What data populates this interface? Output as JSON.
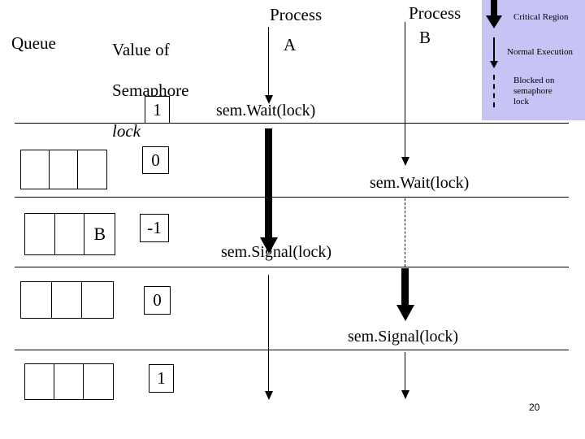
{
  "slide": {
    "page_number": "20",
    "background_color": "#ffffff"
  },
  "headers": {
    "queue": "Queue",
    "semaphore_value": "Value of\nSemaphore\nlock",
    "semaphore_value_line1": "Value of",
    "semaphore_value_line2": "Semaphore",
    "semaphore_value_line3_italic": "lock",
    "process_a": "Process\n   A",
    "process_a_line1": "Process",
    "process_a_line2": "A",
    "process_b": "Process\nB",
    "process_b_line1": "Process",
    "process_b_line2": "B"
  },
  "legend": {
    "background_color": "#c5c4f5",
    "items": [
      {
        "name": "critical-region",
        "label": "Critical Region",
        "style": "thick-arrow"
      },
      {
        "name": "normal-execution",
        "label": "Normal Execution",
        "style": "thin-arrow"
      },
      {
        "name": "blocked-on-semaphore",
        "label": "Blocked on\nsemaphore\nlock",
        "style": "dashed-line"
      }
    ],
    "item0_label": "Critical Region",
    "item1_label": "Normal Execution",
    "item2_label": "Blocked on\nsemaphore\nlock"
  },
  "rows": [
    {
      "index": 0,
      "semaphore_value": "1",
      "queue_cells": [
        "",
        "",
        ""
      ],
      "queue_visible": false,
      "process_a_event": "sem.Wait(lock)",
      "process_b_event": ""
    },
    {
      "index": 1,
      "semaphore_value": "0",
      "queue_cells": [
        "",
        "",
        ""
      ],
      "queue_visible": true,
      "process_a_event": "",
      "process_b_event": "sem.Wait(lock)"
    },
    {
      "index": 2,
      "semaphore_value": "-1",
      "queue_cells": [
        "",
        "",
        "B"
      ],
      "queue_visible": true,
      "process_a_event": "sem.Signal(lock)",
      "process_b_event": ""
    },
    {
      "index": 3,
      "semaphore_value": "0",
      "queue_cells": [
        "",
        "",
        ""
      ],
      "queue_visible": true,
      "process_a_event": "",
      "process_b_event": "sem.Signal(lock)"
    },
    {
      "index": 4,
      "semaphore_value": "1",
      "queue_cells": [
        "",
        "",
        ""
      ],
      "queue_visible": true,
      "process_a_event": "",
      "process_b_event": ""
    }
  ],
  "events": {
    "a_sem_wait": "sem.Wait(lock)",
    "b_sem_wait": "sem.Wait(lock)",
    "a_sem_signal": "sem.Signal(lock)",
    "b_sem_signal": "sem.Signal(lock)"
  },
  "values": {
    "v0": "1",
    "v1": "0",
    "v2": "-1",
    "v3": "0",
    "v4": "1"
  },
  "queue_labels": {
    "row2_cell3": "B"
  }
}
